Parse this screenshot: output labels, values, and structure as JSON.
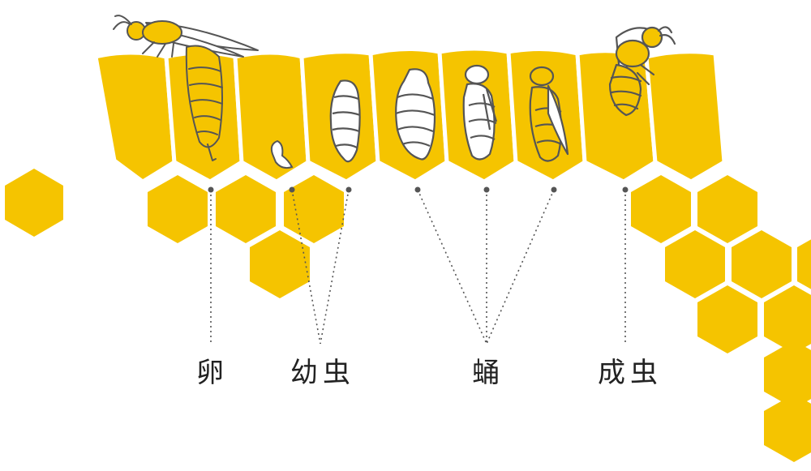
{
  "diagram": {
    "stages": [
      {
        "id": "egg",
        "label": "卵"
      },
      {
        "id": "larva",
        "label": "幼虫"
      },
      {
        "id": "pupa",
        "label": "蛹"
      },
      {
        "id": "adult",
        "label": "成虫"
      }
    ]
  },
  "colors": {
    "honey": "#F5C400",
    "outline": "#555555",
    "cell_fill": "#FFFFFF",
    "leader": "#555555",
    "label": "#222222"
  },
  "icons": [
    "queen-bee-icon",
    "egg-icon",
    "larva-icon",
    "pupa-icon",
    "adult-bee-icon"
  ]
}
